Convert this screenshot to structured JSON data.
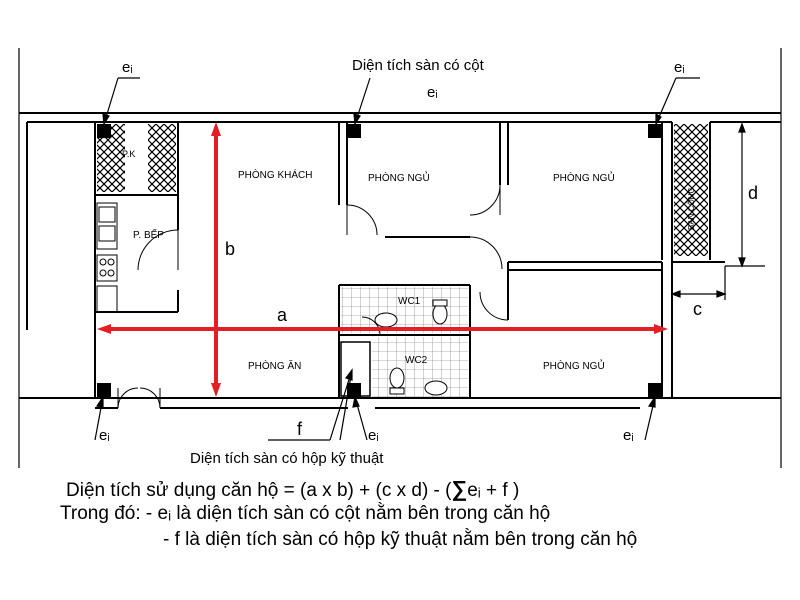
{
  "diagram": {
    "rooms": {
      "living": "PHÒNG KHÁCH",
      "bedroom1": "PHÒNG NGỦ",
      "bedroom2": "PHÒNG NGỦ",
      "bedroom3": "PHÒNG NGỦ",
      "dining": "PHÒNG ĂN",
      "kitchen": "P. BẾP",
      "wc1": "WC1",
      "wc2": "WC2",
      "pk": "P.K",
      "balcony": "BAN CÔNG"
    },
    "dimension_labels": {
      "a": "a",
      "b": "b",
      "c": "c",
      "d": "d",
      "f": "f",
      "ei": "eᵢ"
    },
    "annotations": {
      "column_area": "Diện tích sàn có cột",
      "duct_area": "Diện tích sàn có hộp kỹ thuật"
    },
    "formula": {
      "main": "Diện tích sử dụng căn hộ = (a x b) + (c x d) - (",
      "sigma": "∑",
      "main_end": "eᵢ + f )"
    },
    "legend": {
      "line1": "Trong đó: - eᵢ là diện tích sàn có cột nằm bên trong căn hộ",
      "line2": "- f là diện tích sàn có hộp kỹ thuật nằm bên trong căn hộ"
    },
    "colors": {
      "dimension_red": "#e31e24",
      "wall": "#000000",
      "hatch": "#000000"
    }
  }
}
